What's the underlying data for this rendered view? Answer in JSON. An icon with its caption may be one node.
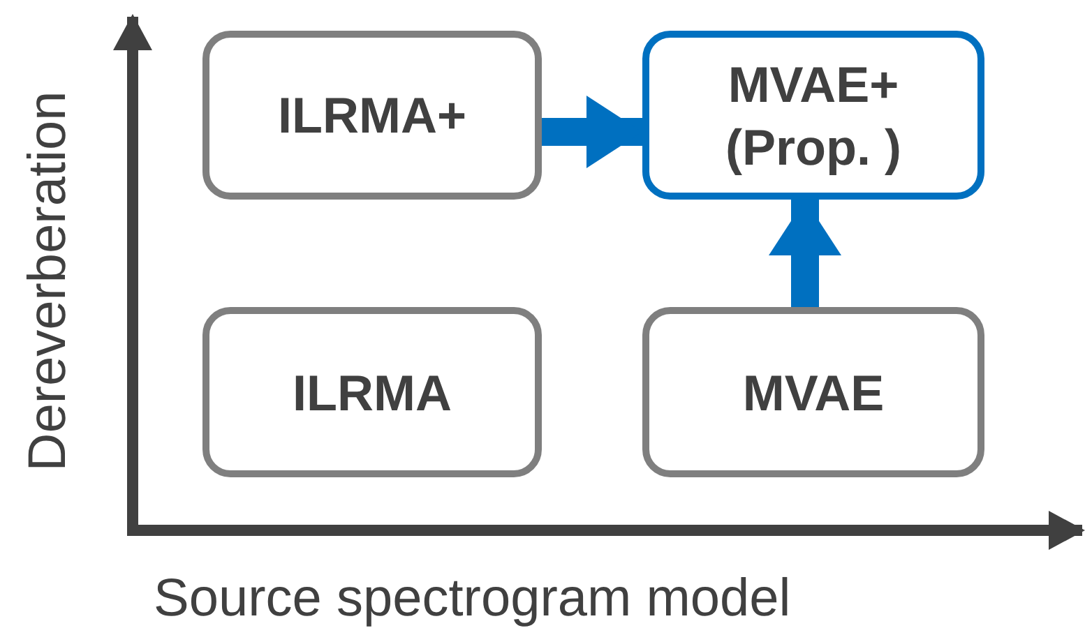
{
  "diagram": {
    "nodes": [
      {
        "text": [
          "ILRMA+"
        ]
      },
      {
        "text": [
          "MVAE+ (Prop. )"
        ]
      },
      {
        "text": [
          "ILRMA"
        ]
      },
      {
        "text": [
          "MVAE"
        ]
      }
    ],
    "edges": [
      {
        "from": 0,
        "to": 1,
        "arrow": "to"
      },
      {
        "from": 3,
        "to": 1,
        "arrow": "to"
      }
    ],
    "labels": [
      "Dereverberation",
      "Source spectrogram model"
    ]
  }
}
